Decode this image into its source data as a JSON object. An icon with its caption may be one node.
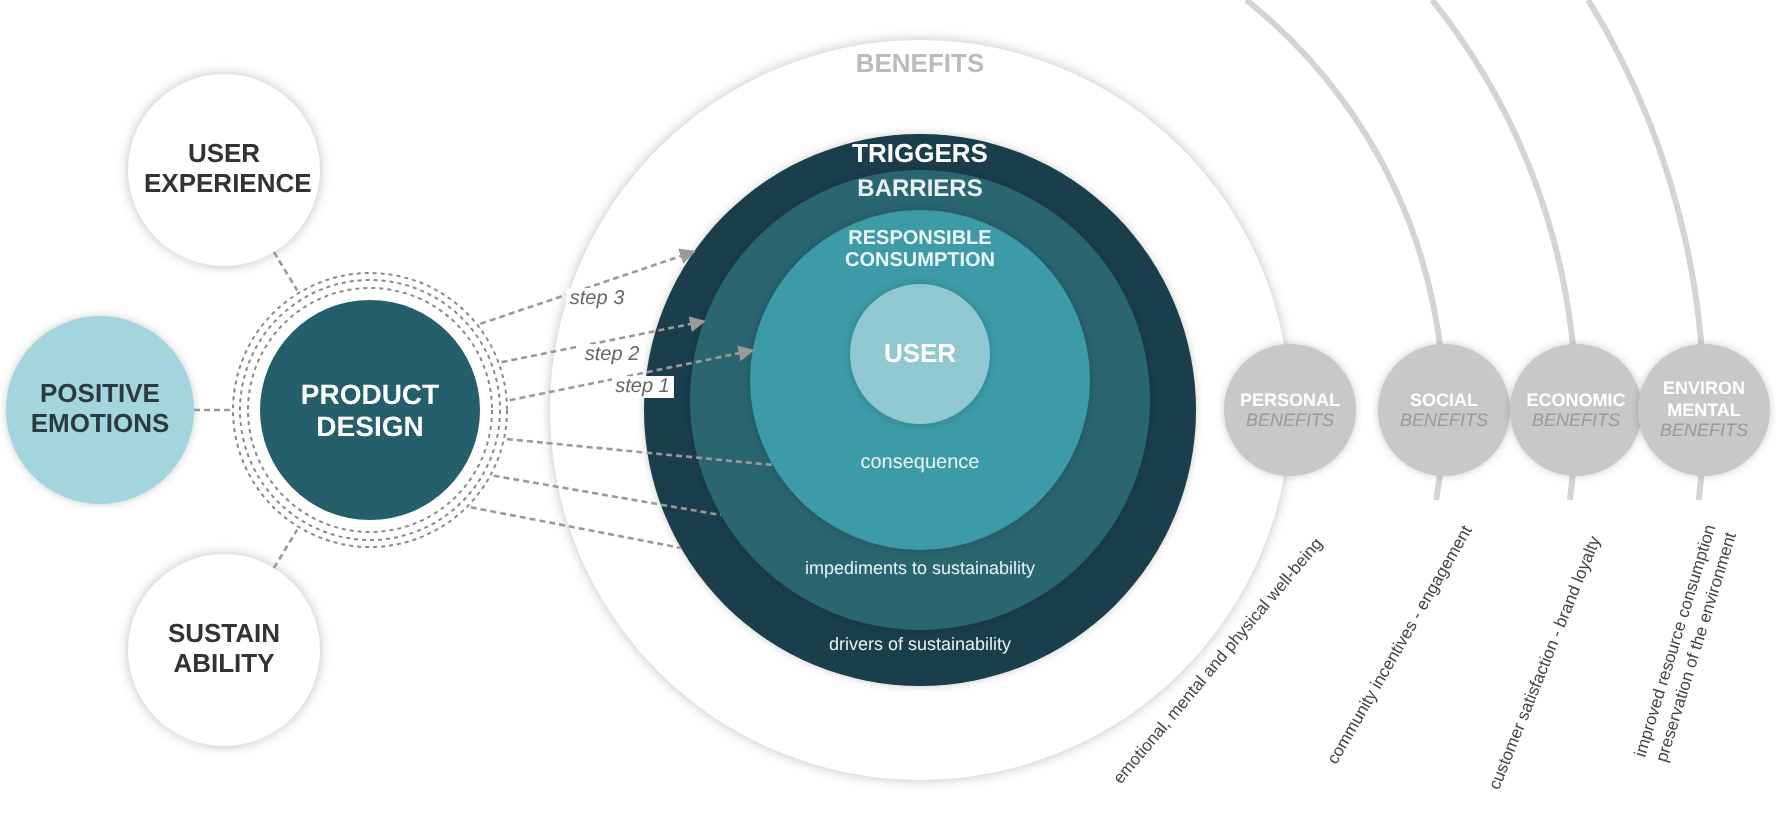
{
  "diagram": {
    "nodes": [
      {
        "text": [
          "USER EXPERIENCE"
        ]
      },
      {
        "text": [
          "POSITIVE EMOTIONS"
        ]
      },
      {
        "text": [
          "SUSTAIN ABILITY"
        ]
      },
      {
        "text": [
          "PRODUCT DESIGN"
        ]
      },
      {
        "text": [
          "BENEFITS"
        ]
      },
      {
        "text": [
          "TRIGGERS",
          "drivers of sustainability"
        ],
        "in": 4
      },
      {
        "text": [
          "BARRIERS",
          "impediments to sustainability"
        ],
        "in": 5
      },
      {
        "text": [
          "RESPONSIBLE CONSUMPTION",
          "consequence"
        ],
        "in": 6
      },
      {
        "text": [
          "USER"
        ],
        "in": 7
      },
      {
        "text": [
          "PERSONAL",
          "BENEFITS"
        ],
        "beside": [
          "emotional, mental and physical well-being"
        ]
      },
      {
        "text": [
          "SOCIAL",
          "BENEFITS"
        ],
        "beside": [
          "community incentives - engagement"
        ]
      },
      {
        "text": [
          "ECONOMIC",
          "BENEFITS"
        ],
        "beside": [
          "customer satisfaction - brand loyalty"
        ]
      },
      {
        "text": [
          "ENVIRON MENTAL",
          "BENEFITS"
        ],
        "beside": [
          "improved resource consumption",
          "preservation of the environment"
        ]
      }
    ],
    "edges": [
      {
        "from": 0,
        "to": 3,
        "arrow": "none",
        "style": "dashed"
      },
      {
        "from": 1,
        "to": 3,
        "arrow": "none",
        "style": "dashed"
      },
      {
        "from": 2,
        "to": 3,
        "arrow": "none",
        "style": "dashed"
      },
      {
        "from": 3,
        "to": 5,
        "arrow": "to",
        "style": "dashed",
        "label": "step 3"
      },
      {
        "from": 3,
        "to": 6,
        "arrow": "to",
        "style": "dashed",
        "label": "step 2"
      },
      {
        "from": 3,
        "to": 7,
        "arrow": "to",
        "style": "dashed",
        "label": "step 1"
      },
      {
        "from": 3,
        "to": 7,
        "arrow": "none",
        "style": "dashed"
      },
      {
        "from": 3,
        "to": 6,
        "arrow": "none",
        "style": "dashed"
      },
      {
        "from": 3,
        "to": 5,
        "arrow": "none",
        "style": "dashed"
      }
    ]
  }
}
